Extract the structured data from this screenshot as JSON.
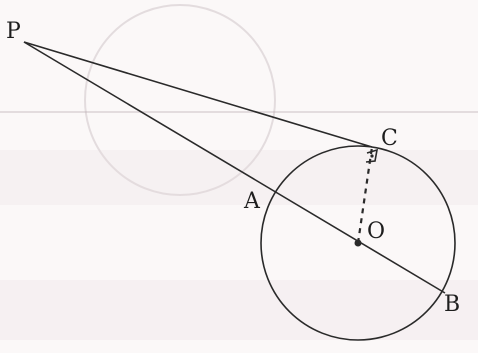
{
  "diagram": {
    "labels": {
      "P": "P",
      "A": "A",
      "O": "O",
      "B": "B",
      "C": "C"
    }
  }
}
